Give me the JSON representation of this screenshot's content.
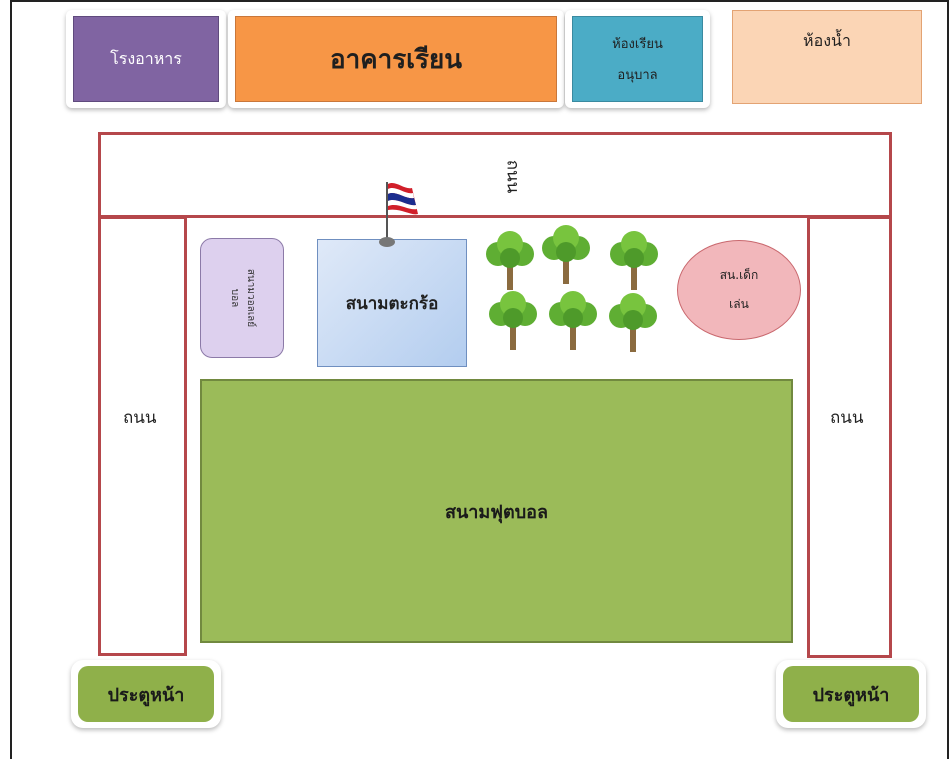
{
  "buildings": {
    "canteen": "โรงอาหาร",
    "classroom_building": "อาคารเรียน",
    "kindergarten_line1": "ห้องเรียน",
    "kindergarten_line2": "อนุบาล",
    "restroom": "ห้องน้ำ"
  },
  "roads": {
    "top": "ถนน",
    "left": "ถนน",
    "right": "ถนน"
  },
  "areas": {
    "side_court_line1": "สนามวอลเลย์",
    "side_court_line2": "บอล",
    "takraw_court": "สนามตะกร้อ",
    "playground_line1": "สน.เด็ก",
    "playground_line2": "เล่น",
    "football_field": "สนามฟุตบอล"
  },
  "gates": {
    "left": "ประตูหน้า",
    "right": "ประตูหน้า"
  },
  "colors": {
    "canteen": "#8064a2",
    "classroom": "#f79646",
    "kindergarten": "#4bacc6",
    "restroom": "#fbd5b5",
    "road_border": "#b5474b",
    "side_court": "#ddd0ee",
    "takraw": "#c6d9f1",
    "playground": "#f2b7bb",
    "football": "#9bbb59",
    "gate": "#8fb04a"
  },
  "icons": {
    "flag": "thai-flag-icon",
    "tree": "tree-icon"
  }
}
